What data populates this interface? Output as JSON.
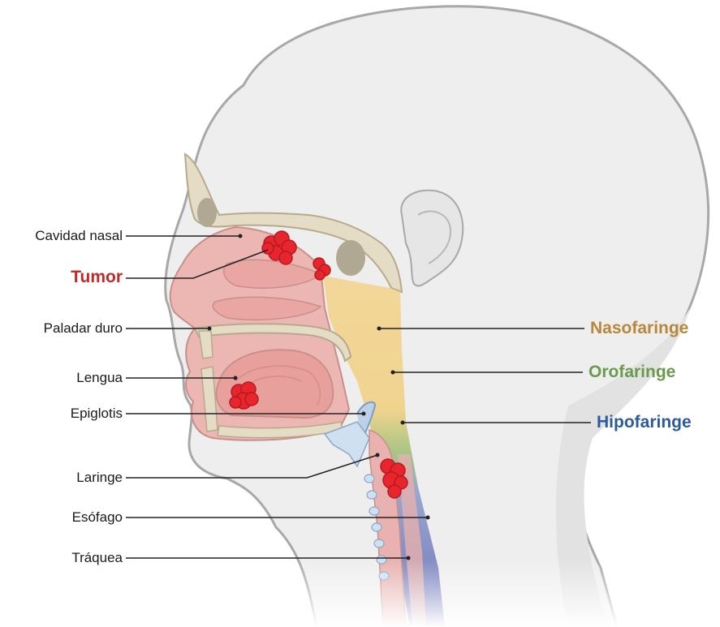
{
  "labels": {
    "cavidad_nasal": "Cavidad nasal",
    "tumor": "Tumor",
    "paladar_duro": "Paladar duro",
    "lengua": "Lengua",
    "epiglotis": "Epiglotis",
    "laringe": "Laringe",
    "esofago": "Esófago",
    "traquea": "Tráquea",
    "nasofaringe": "Nasofaringe",
    "orofaringe": "Orofaringe",
    "hipofaringe": "Hipofaringe"
  },
  "colors": {
    "tumor": "#c62828",
    "nasofaringe": "#b8873a",
    "orofaringe": "#6a9a4c",
    "hipofaringe": "#2d5a9c",
    "head_fill": "#eeeeee",
    "head_outline": "#a8a8a8",
    "tissue_pink": "#ecb7b3",
    "tumor_red": "#e8242d"
  }
}
